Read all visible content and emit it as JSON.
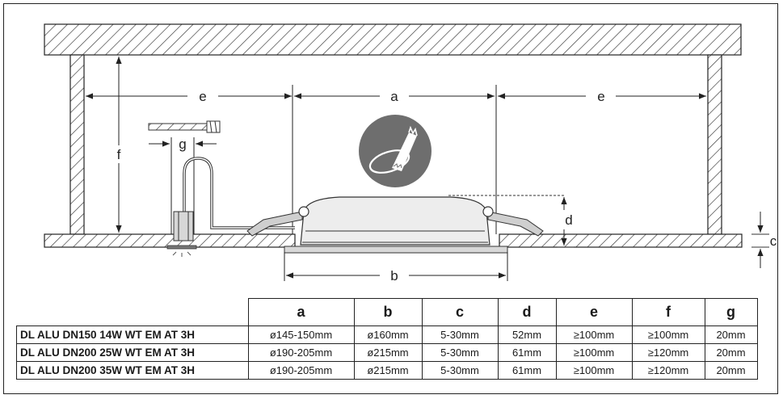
{
  "dimension_labels": {
    "a": "a",
    "b": "b",
    "c": "c",
    "d": "d",
    "e_left": "e",
    "e_right": "e",
    "f": "f",
    "g": "g"
  },
  "icons": {
    "cutout_saw": "hole-saw-cutting-icon",
    "screw": "screw-icon",
    "spring_clip": "spring-clip-icon",
    "junction_box": "terminal-block-icon"
  },
  "table": {
    "headers": [
      "a",
      "b",
      "c",
      "d",
      "e",
      "f",
      "g"
    ],
    "rows": [
      {
        "model": "DL ALU DN150 14W WT EM AT 3H",
        "values": [
          "ø145-150mm",
          "ø160mm",
          "5-30mm",
          "52mm",
          "≥100mm",
          "≥100mm",
          "20mm"
        ]
      },
      {
        "model": "DL ALU DN200 25W WT EM AT 3H",
        "values": [
          "ø190-205mm",
          "ø215mm",
          "5-30mm",
          "61mm",
          "≥100mm",
          "≥120mm",
          "20mm"
        ]
      },
      {
        "model": "DL ALU DN200 35W WT EM AT 3H",
        "values": [
          "ø190-205mm",
          "ø215mm",
          "5-30mm",
          "61mm",
          "≥100mm",
          "≥120mm",
          "20mm"
        ]
      }
    ]
  }
}
